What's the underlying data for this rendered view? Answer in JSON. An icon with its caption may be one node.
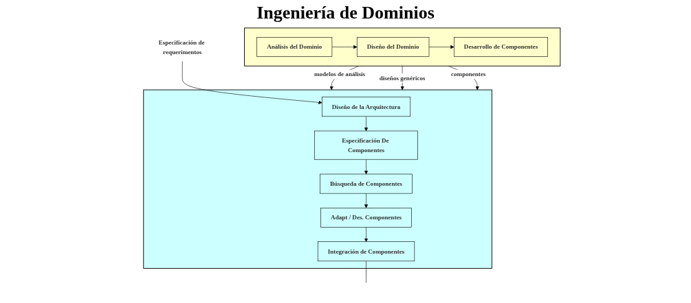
{
  "diagram": {
    "title": "Ingeniería de Dominios",
    "nodes": [
      {
        "text": [],
        "shape": "box"
      },
      {
        "text": [
          "Análisis del Dominio"
        ],
        "in": 0
      },
      {
        "text": [
          "Diseño del Dominio"
        ],
        "in": 0
      },
      {
        "text": [
          "Desarrollo de Componentes"
        ],
        "in": 0
      },
      {
        "text": [
          "Especificación de requerimentos"
        ]
      },
      {
        "text": [],
        "shape": "box"
      },
      {
        "text": [
          "Diseño de la Arquitectura"
        ],
        "in": 5
      },
      {
        "text": [
          "Especificación De Componentes"
        ],
        "in": 5
      },
      {
        "text": [
          "Búsqueda de Componentes"
        ],
        "in": 5
      },
      {
        "text": [
          "Adapt / Des. Componentes"
        ],
        "in": 5
      },
      {
        "text": [
          "Integración de Componentes"
        ],
        "in": 5
      }
    ],
    "edges": [
      {
        "from": 1,
        "to": 2,
        "arrow": "to"
      },
      {
        "from": 2,
        "to": 3,
        "arrow": "to"
      },
      {
        "from": 0,
        "to": 5,
        "label": "modelos de análisis",
        "arrow": "to"
      },
      {
        "from": 0,
        "to": 5,
        "label": "diseños genéricos",
        "arrow": "to"
      },
      {
        "from": 0,
        "to": 5,
        "label": "componentes",
        "arrow": "to"
      },
      {
        "from": 4,
        "to": 6,
        "arrow": "to"
      },
      {
        "from": 6,
        "to": 7,
        "arrow": "to"
      },
      {
        "from": 7,
        "to": 8,
        "arrow": "to"
      },
      {
        "from": 8,
        "to": 9,
        "arrow": "to"
      },
      {
        "from": 9,
        "to": 10,
        "arrow": "to"
      },
      {
        "from": 10,
        "to": null,
        "arrow": "none"
      }
    ]
  }
}
